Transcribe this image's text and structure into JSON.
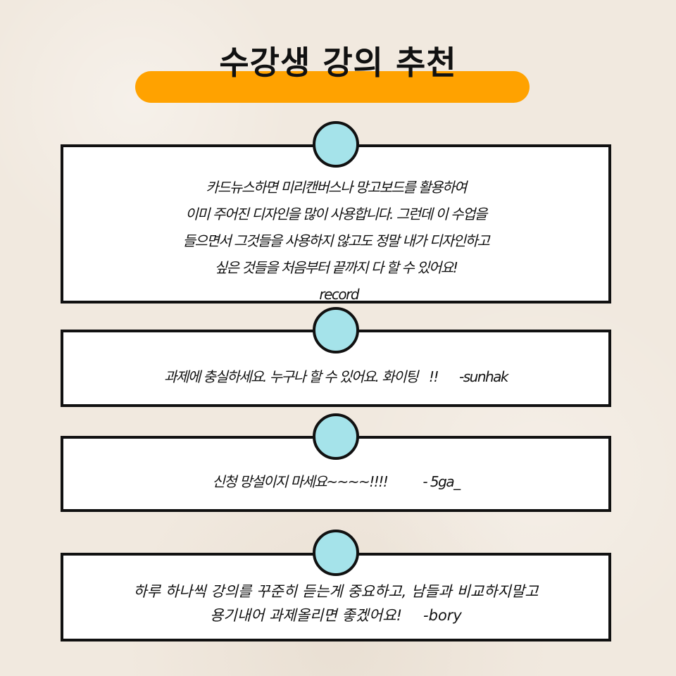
{
  "title": "수강생 강의 추천",
  "colors": {
    "background": "#f1e9df",
    "accent_bar": "#ffa200",
    "dot": "#a5e3ea",
    "card": "#ffffff",
    "border": "#111111"
  },
  "reviews": [
    {
      "lines": [
        "카드뉴스하면 미리캔버스나 망고보드를 활용하여",
        "이미 주어진 디자인을 많이 사용합니다. 그런데 이 수업을",
        "들으면서 그것들을 사용하지 않고도 정말 내가 디자인하고",
        "싶은 것들을 처음부터 끝까지 다 할 수 있어요!",
        "_record"
      ]
    },
    {
      "text": "과제에 충실하세요. 누구나 할 수 있어요. 화이팅",
      "exclaim": "!!",
      "author": "-sunhak"
    },
    {
      "text": "신청 망설이지 마세요~~~~!!!!",
      "author": "- 5ga_"
    },
    {
      "lines": [
        "하루 하나씩 강의를 꾸준히 듣는게 중요하고, 남들과 비교하지말고",
        "용기내어 과제올리면 좋겠어요!"
      ],
      "author": "-bory"
    }
  ]
}
